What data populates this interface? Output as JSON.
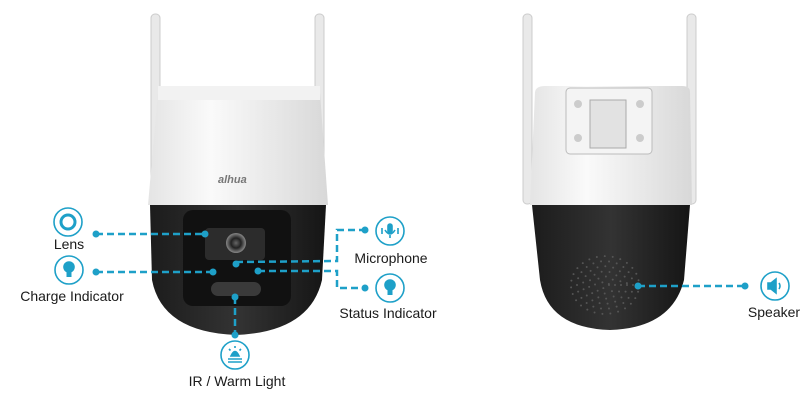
{
  "accent_color": "#1ea0c8",
  "front_camera": {
    "logo": "alhua",
    "callouts": [
      {
        "id": "lens",
        "label": "Lens",
        "icon": "lens-icon"
      },
      {
        "id": "charge",
        "label": "Charge Indicator",
        "icon": "bulb-icon"
      },
      {
        "id": "microphone",
        "label": "Microphone",
        "icon": "microphone-icon"
      },
      {
        "id": "status",
        "label": "Status Indicator",
        "icon": "bulb-icon"
      },
      {
        "id": "ir",
        "label": "IR / Warm Light",
        "icon": "light-icon"
      }
    ]
  },
  "rear_camera": {
    "callouts": [
      {
        "id": "speaker",
        "label": "Speaker",
        "icon": "speaker-icon"
      }
    ]
  }
}
